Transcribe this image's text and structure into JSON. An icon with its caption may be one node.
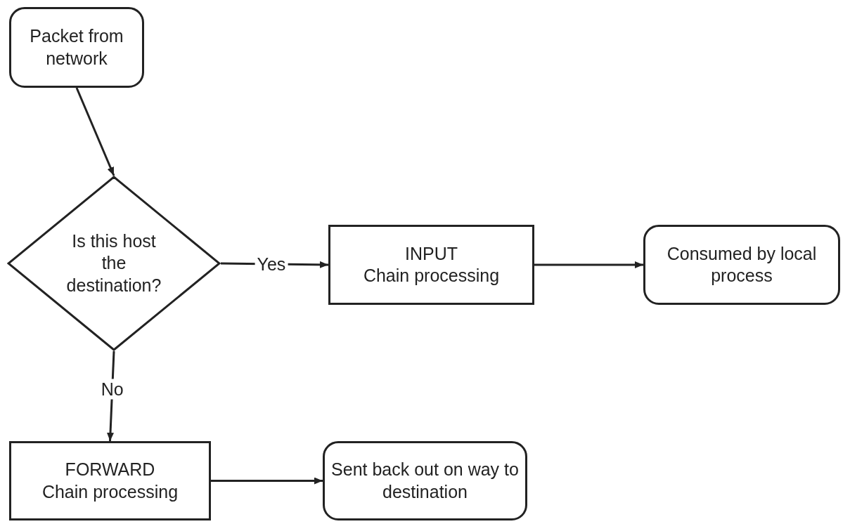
{
  "diagram": {
    "nodes": [
      {
        "text": [
          "Packet from network"
        ]
      },
      {
        "text": [
          "Is this host the destination?"
        ]
      },
      {
        "text": [
          "INPUT",
          "Chain processing"
        ]
      },
      {
        "text": [
          "Consumed by local process"
        ]
      },
      {
        "text": [
          "FORWARD",
          "Chain processing"
        ]
      },
      {
        "text": [
          "Sent back out on way to destination"
        ]
      }
    ],
    "edges": [
      {
        "from": 0,
        "to": 1,
        "arrow": "to"
      },
      {
        "from": 1,
        "to": 2,
        "arrow": "to",
        "label": "Yes"
      },
      {
        "from": 2,
        "to": 3,
        "arrow": "to"
      },
      {
        "from": 1,
        "to": 4,
        "arrow": "to",
        "label": "No"
      },
      {
        "from": 4,
        "to": 5,
        "arrow": "to"
      }
    ]
  }
}
